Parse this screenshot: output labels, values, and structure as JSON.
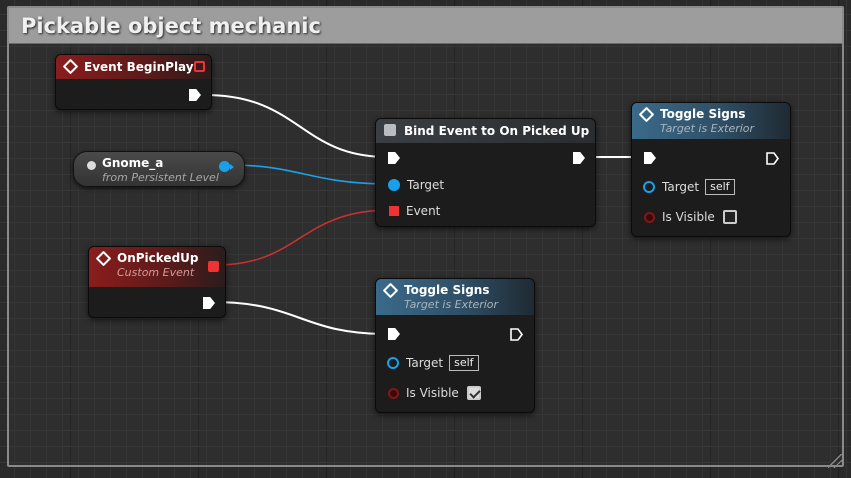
{
  "comment": {
    "title": "Pickable object mechanic"
  },
  "nodes": {
    "begin_play": {
      "title": "Event BeginPlay"
    },
    "gnome_var": {
      "name": "Gnome_a",
      "subtitle": "from Persistent Level"
    },
    "on_picked_up": {
      "title": "OnPickedUp",
      "subtitle": "Custom Event"
    },
    "bind_event": {
      "title": "Bind Event to On Picked Up",
      "pin_target": "Target",
      "pin_event": "Event"
    },
    "toggle_signs_1": {
      "title": "Toggle Signs",
      "subtitle": "Target is Exterior",
      "pin_target": "Target",
      "target_value": "self",
      "pin_visible": "Is Visible",
      "is_visible": false
    },
    "toggle_signs_2": {
      "title": "Toggle Signs",
      "subtitle": "Target is Exterior",
      "pin_target": "Target",
      "target_value": "self",
      "pin_visible": "Is Visible",
      "is_visible": true
    }
  },
  "colors": {
    "exec_wire": "#ffffff",
    "object_wire": "#1aa0e8",
    "delegate_wire": "#c83030",
    "event_header": "#8a1d1d",
    "function_header": "#3a6a8a"
  }
}
